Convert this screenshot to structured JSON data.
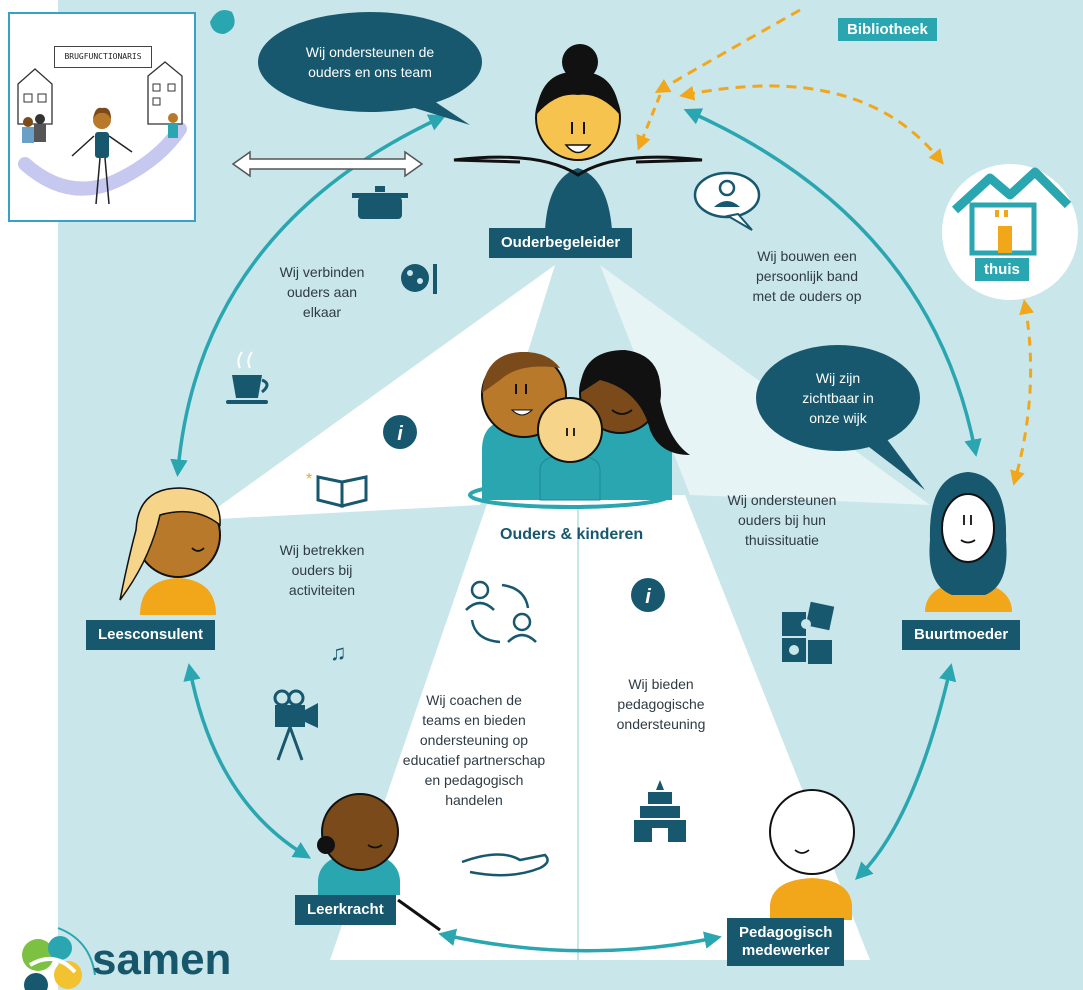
{
  "inset": {
    "title": "BRUGFUNCTIONARIS"
  },
  "badges": {
    "library": "Bibliotheek",
    "home": "thuis"
  },
  "bubbles": {
    "top": "Wij ondersteunen de\nouders en ons team",
    "right": "Wij zijn\nzichtbaar in\nonze wijk"
  },
  "roles": {
    "top": "Ouderbegeleider",
    "left": "Leesconsulent",
    "right": "Buurtmoeder",
    "bottom_left": "Leerkracht",
    "bottom_right": "Pedagogisch\nmedewerker"
  },
  "center": {
    "title": "Ouders & kinderen"
  },
  "statements": {
    "connect": "Wij verbinden\nouders aan\nelkaar",
    "bond": "Wij bouwen een\npersoonlijk band\nmet de ouders op",
    "involve": "Wij betrekken\nouders bij\nactiviteiten",
    "home_support": "Wij ondersteunen\nouders bij hun\nthuissituatie",
    "coach": "Wij coachen de\nteams en bieden\nondersteuning op\neducatief partnerschap\nen pedagogisch\nhandelen",
    "pedagogic": "Wij bieden\npedagogische\nondersteuning"
  },
  "logo": {
    "text": "samen"
  },
  "colors": {
    "background": "#c9e6ea",
    "wedge": "#ffffff",
    "teal": "#2aa6b1",
    "navy": "#17586e",
    "orange": "#f2a61a",
    "skin_light": "#f6d48a",
    "skin_mid": "#b87a2a",
    "skin_dark": "#7a4a1a"
  },
  "icons": [
    "pot-icon",
    "palette-icon",
    "cup-icon",
    "info-icon",
    "book-icon",
    "music-icon",
    "camera-icon",
    "exchange-icon",
    "hand-icon",
    "chat-user-icon",
    "puzzle-icon",
    "castle-icon",
    "house-icon",
    "double-arrow-icon"
  ]
}
